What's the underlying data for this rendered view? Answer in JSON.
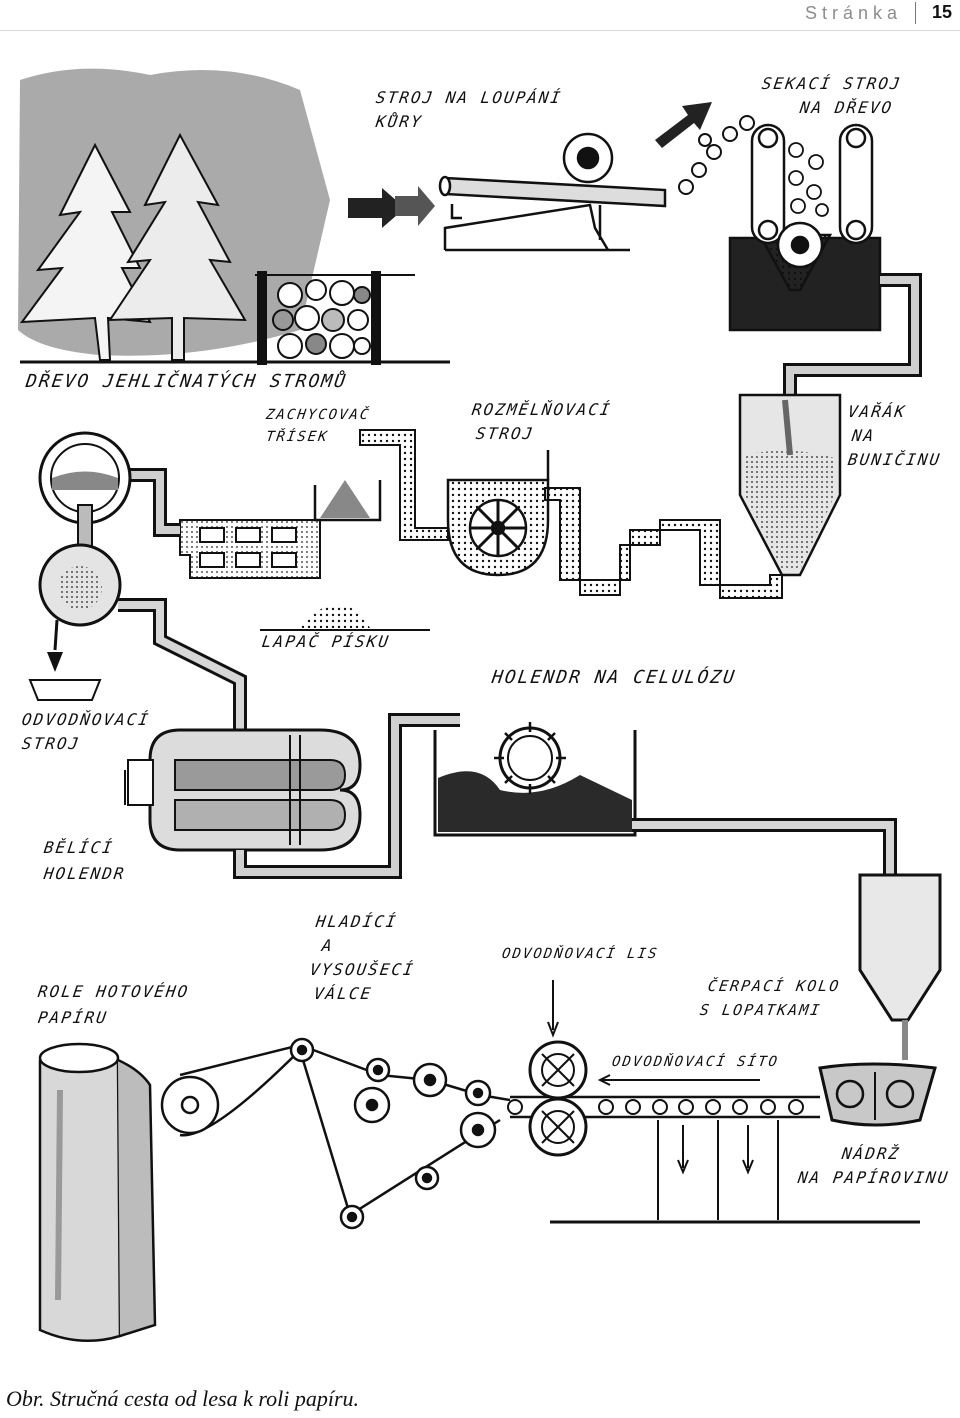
{
  "header": {
    "word": "Stránka",
    "page_number": "15"
  },
  "labels": {
    "drevo": "DŘEVO JEHLIČNATÝCH STROMŮ",
    "loupani_1": "STROJ NA LOUPÁNÍ",
    "loupani_2": "KŮRY",
    "sekaci_1": "SEKACÍ STROJ",
    "sekaci_2": "NA DŘEVO",
    "zachycovac_1": "ZACHYCOVAČ",
    "zachycovac_2": "TŘÍSEK",
    "rozmelnovaci_1": "ROZMĚLŇOVACÍ",
    "rozmelnovaci_2": "STROJ",
    "varak_1": "VAŘÁK",
    "varak_2": "NA",
    "varak_3": "BUNIČINU",
    "lapac": "LAPAČ PÍSKU",
    "holendr_celulozu": "HOLENDR NA CELULÓZU",
    "odvodnovaci_stroj_1": "ODVODŇOVACÍ",
    "odvodnovaci_stroj_2": "STROJ",
    "belici_1": "BĚLÍCÍ",
    "belici_2": "HOLENDR",
    "hladici_1": "HLADÍCÍ",
    "hladici_2": "A",
    "hladici_3": "VYSOUŠECÍ",
    "hladici_4": "VÁLCE",
    "odvodnovaci_lis": "ODVODŇOVACÍ LIS",
    "cerpaci_1": "ČERPACÍ KOLO",
    "cerpaci_2": "S LOPATKAMI",
    "role_1": "ROLE HOTOVÉHO",
    "role_2": "PAPÍRU",
    "odvodnovaci_sito": "ODVODŇOVACÍ SÍTO",
    "nadrz_1": "NÁDRŽ",
    "nadrz_2": "NA PAPÍROVINU"
  },
  "caption": "Obr. Stručná cesta od lesa k roli papíru.",
  "colors": {
    "ink": "#111111",
    "wash": "#9a9a9a",
    "light_wash": "#cfcfcf",
    "dark_fill": "#2a2a2a"
  }
}
